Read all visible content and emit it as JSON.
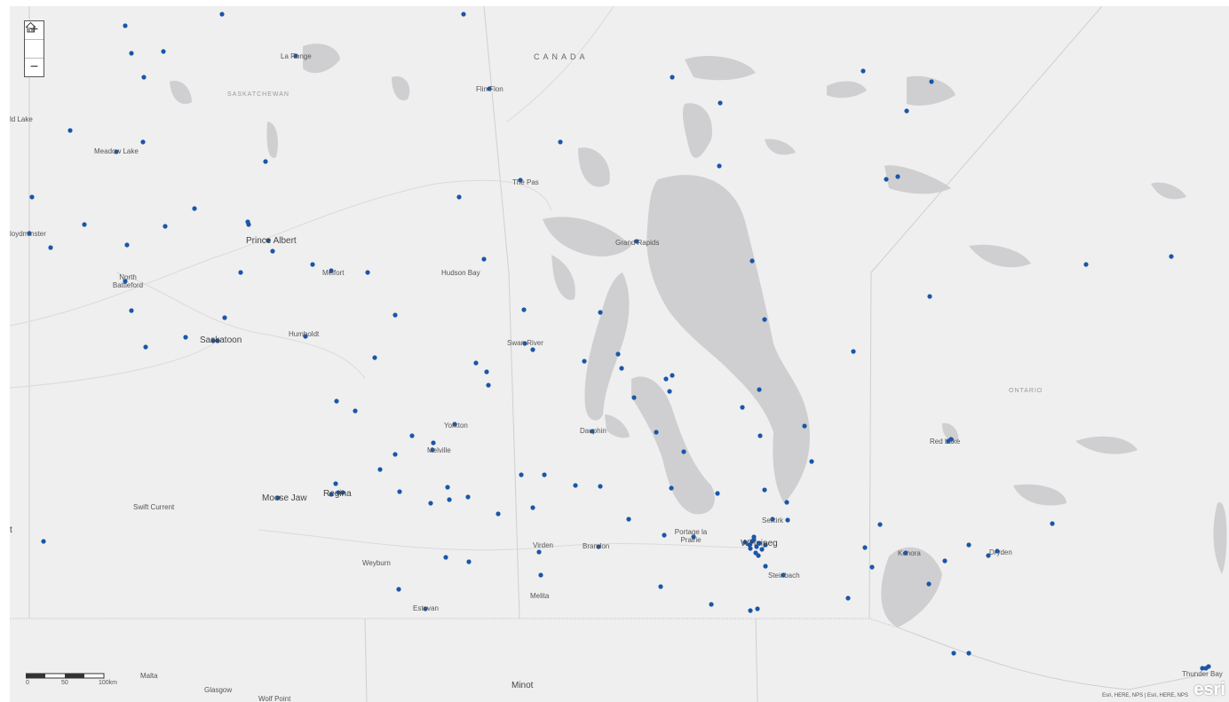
{
  "controls": {
    "zoom_in": "+",
    "home_icon": "home-icon",
    "zoom_out": "−"
  },
  "labels": {
    "country": "CANADA",
    "saskatchewan": "SASKATCHEWAN",
    "ontario": "ONTARIO",
    "la_ronge": "La Ronge",
    "flin_flon": "Flin Flon",
    "cold_lake": "ld Lake",
    "meadow_lake": "Meadow Lake",
    "the_pas": "The Pas",
    "lloydminster": "loydminster",
    "prince_albert": "Prince Albert",
    "grand_rapids": "Grand Rapids",
    "melfort": "Melfort",
    "hudson_bay": "Hudson Bay",
    "north_battleford": "North Battleford",
    "saskatoon": "Saskatoon",
    "humboldt": "Humboldt",
    "swan_river": "Swan River",
    "yorkton": "Yorkton",
    "melville": "Melville",
    "dauphin": "Dauphin",
    "red_lake": "Red Lake",
    "regina": "Regina",
    "moose_jaw": "Moose Jaw",
    "swift_current": "Swift Current",
    "selkirk": "Selkirk",
    "portage": "Portage la Prairie",
    "winnipeg": "Winnipeg",
    "kenora": "Kenora",
    "dryden": "Dryden",
    "virden": "Virden",
    "brandon": "Brandon",
    "weyburn": "Weyburn",
    "steinbach": "Steinbach",
    "melita": "Melita",
    "estevan": "Estevan",
    "malta": "Malta",
    "glasgow": "Glasgow",
    "wolf_point": "Wolf Point",
    "minot": "Minot",
    "thunder_bay": "Thunder Bay",
    "left_edge_t": "t"
  },
  "scale_bar": {
    "t0": "0",
    "t1": "50",
    "t2": "100km"
  },
  "attribution": "Esri, HERE, NPS | Esri, HERE, NPS",
  "logo": "esri",
  "colors": {
    "land": "#efefef",
    "water": "#cfcfd2",
    "point": "#1a56a8",
    "border": "#c8c8c8"
  }
}
